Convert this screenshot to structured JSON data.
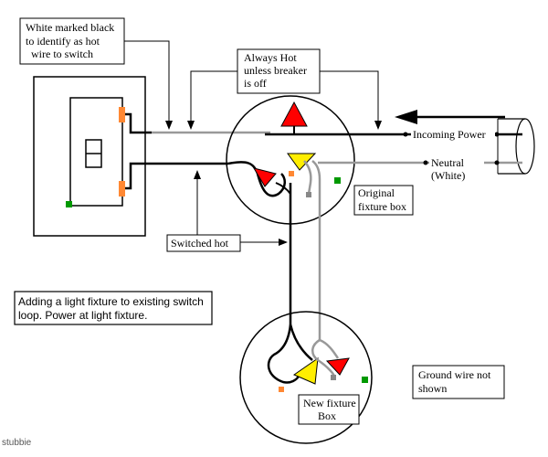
{
  "labels": {
    "white_marked_black": [
      "White marked black",
      "to identify as hot",
      "wire to switch"
    ],
    "always_hot": [
      "Always Hot",
      "unless breaker",
      "is off"
    ],
    "incoming_power": "Incoming Power",
    "neutral": [
      "Neutral",
      "(White)"
    ],
    "original_box": [
      "Original",
      "fixture box"
    ],
    "switched_hot": "Switched hot",
    "adding_fixture": [
      "Adding a light fixture to existing switch",
      "loop. Power at light fixture."
    ],
    "ground_note": [
      "Ground wire not",
      "shown"
    ],
    "new_box": [
      "New fixture",
      "Box"
    ],
    "credit": "stubbie"
  },
  "colors": {
    "hot_wire": "#000000",
    "neutral_wire": "#999999",
    "hot_connector": "#ff0000",
    "neutral_connector": "#ffee00",
    "ground_terminal": "#009900",
    "brass_terminal": "#ff8833"
  }
}
